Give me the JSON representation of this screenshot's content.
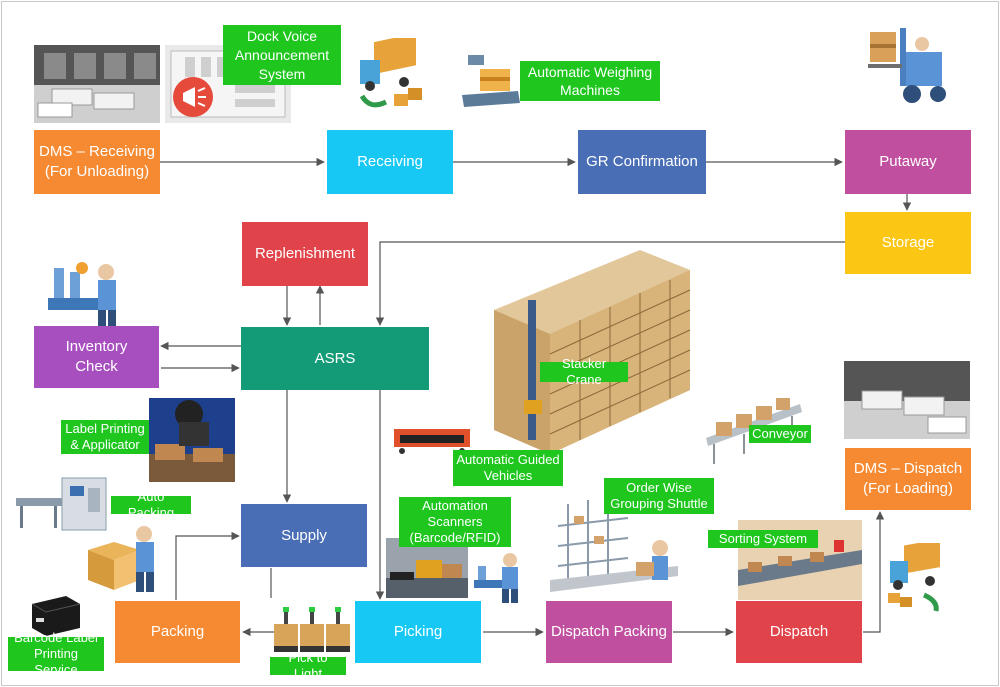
{
  "colors": {
    "orange": "#f58a32",
    "cyan": "#17c8f5",
    "blue": "#4a6eb5",
    "magenta": "#c04fa0",
    "yellow": "#fcc614",
    "red": "#e0444a",
    "teal": "#139b78",
    "purple": "#a84fbf",
    "green_label": "#1ec61e"
  },
  "process": {
    "dms_receiving": "DMS – Receiving\n(For Unloading)",
    "receiving": "Receiving",
    "gr_confirmation": "GR Confirmation",
    "putaway": "Putaway",
    "storage": "Storage",
    "replenishment": "Replenishment",
    "asrs": "ASRS",
    "inventory_check": "Inventory\nCheck",
    "supply": "Supply",
    "packing": "Packing",
    "picking": "Picking",
    "dispatch_packing": "Dispatch Packing",
    "dispatch": "Dispatch",
    "dms_dispatch": "DMS – Dispatch\n(For Loading)"
  },
  "tech_labels": {
    "dock_voice": "Dock Voice\nAnnouncement\nSystem",
    "weighing": "Automatic Weighing\nMachines",
    "label_printing": "Label Printing\n& Applicator",
    "auto_packing": "Auto Packing",
    "barcode_printing": "Barcode Label\nPrinting Service",
    "pick_to_light": "Pick to Light",
    "automation_scanners": "Automation\nScanners\n(Barcode/RFID)",
    "agv": "Automatic Guided\nVehicles",
    "stacker_crane": "Stacker Crane",
    "conveyor": "Conveyor",
    "order_wise": "Order Wise\nGrouping Shuttle",
    "sorting_system": "Sorting System"
  }
}
